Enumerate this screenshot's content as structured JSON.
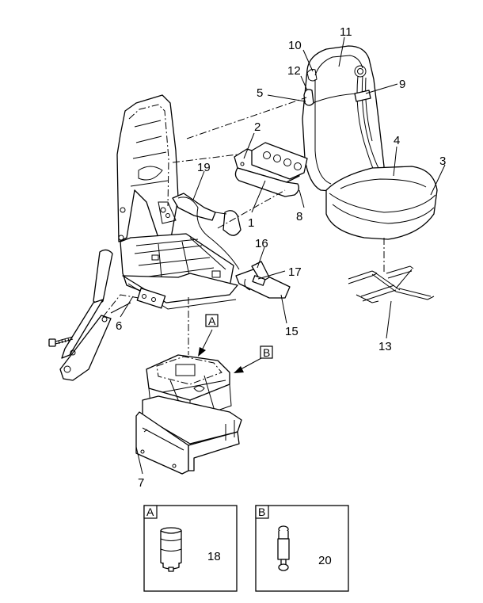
{
  "callouts": {
    "c1": "1",
    "c2": "2",
    "c3": "3",
    "c4": "4",
    "c5": "5",
    "c6": "6",
    "c7": "7",
    "c8": "8",
    "c9": "9",
    "c10": "10",
    "c11": "11",
    "c12": "12",
    "c13": "13",
    "c15": "15",
    "c16": "16",
    "c17": "17",
    "c18": "18",
    "c19": "19",
    "c20": "20"
  },
  "view_flags": {
    "a": "A",
    "b": "B"
  },
  "details": {
    "a": {
      "label": "A",
      "part_number": "18"
    },
    "b": {
      "label": "B",
      "part_number": "20"
    }
  }
}
